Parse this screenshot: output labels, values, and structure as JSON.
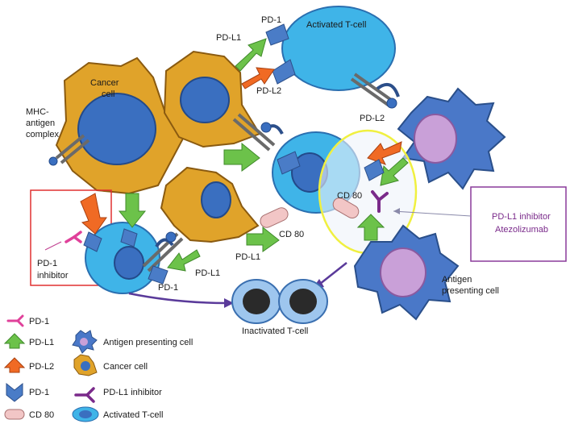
{
  "labels": {
    "activated_tcell_top": "Activated T-cell",
    "pd1_top": "PD-1",
    "pdl1_top": "PD-L1",
    "pdl2_top": "PD-L2",
    "cancer_cell_line1": "Cancer",
    "cancer_cell_line2": "cell",
    "mhc_line1": "MHC-",
    "mhc_line2": "antigen",
    "mhc_line3": "complex",
    "pdl2_right": "PD-L2",
    "cd80_right": "CD 80",
    "cd80_mid": "CD 80",
    "pdl1_mid": "PD-L1",
    "pdl1_low": "PD-L1",
    "pd1_low": "PD-1",
    "pd1_inhibitor_line1": "PD-1",
    "pd1_inhibitor_line2": "inhibitor",
    "pdl1_inhibitor_line1": "PD-L1 inhibitor",
    "pdl1_inhibitor_line2": "Atezolizumab",
    "apc_line1": "Antigen",
    "apc_line2": "presenting cell",
    "inactivated_tcell": "Inactivated T-cell"
  },
  "legend": [
    {
      "symbol": "pd1-inhibitor-receptor",
      "label": "PD-1"
    },
    {
      "symbol": "pdl1-arrow",
      "label": "PD-L1"
    },
    {
      "symbol": "pdl2-arrow",
      "label": "PD-L2"
    },
    {
      "symbol": "pd1-receptor",
      "label": "PD-1"
    },
    {
      "symbol": "cd80",
      "label": "CD 80"
    }
  ],
  "legend_right": [
    {
      "symbol": "antigen-presenting-cell",
      "label": "Antigen presenting cell"
    },
    {
      "symbol": "cancer-cell",
      "label": "Cancer cell"
    },
    {
      "symbol": "pdl1-inhibitor",
      "label": "PD-L1 inhibitor"
    },
    {
      "symbol": "activated-tcell",
      "label": "Activated T-cell"
    }
  ],
  "colors": {
    "tcell_fill": "#3fb4e8",
    "tcell_nucleus": "#3a6fc0",
    "cancer_fill": "#e0a32a",
    "apc_fill": "#4a78c8",
    "apc_nucleus": "#c9a0d8",
    "pdl1_green": "#6cc24a",
    "pdl2_orange": "#f06a24",
    "receptor_blue": "#4a7cc7",
    "cd80_pink": "#f2c6c6",
    "inhibitor_purple": "#7a2a8a",
    "pd1_pink": "#e0419a",
    "highlight_red": "#e03030",
    "highlight_yellow": "#f0f040",
    "box_purple": "#8a3a9a",
    "inactive_tcell": "#9ec6ee",
    "inactive_nucleus": "#2a2a2a"
  }
}
